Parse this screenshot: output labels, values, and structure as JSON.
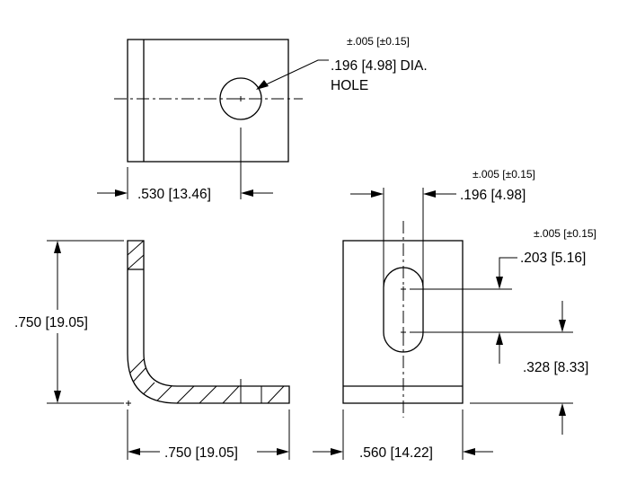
{
  "dimensions": {
    "hole_tol": "±.005 [±0.15]",
    "hole_size": ".196 [4.98] DIA.",
    "hole_word": "HOLE",
    "top_width": ".530 [13.46]",
    "slot_tol": "±.005 [±0.15]",
    "slot_width": ".196 [4.98]",
    "slot_len_tol": "±.005 [±0.15]",
    "slot_len": ".203 [5.16]",
    "height": ".750 [19.05]",
    "slot_pos": ".328 [8.33]",
    "bottom_length": ".750 [19.05]",
    "front_width": ".560 [14.22]"
  }
}
